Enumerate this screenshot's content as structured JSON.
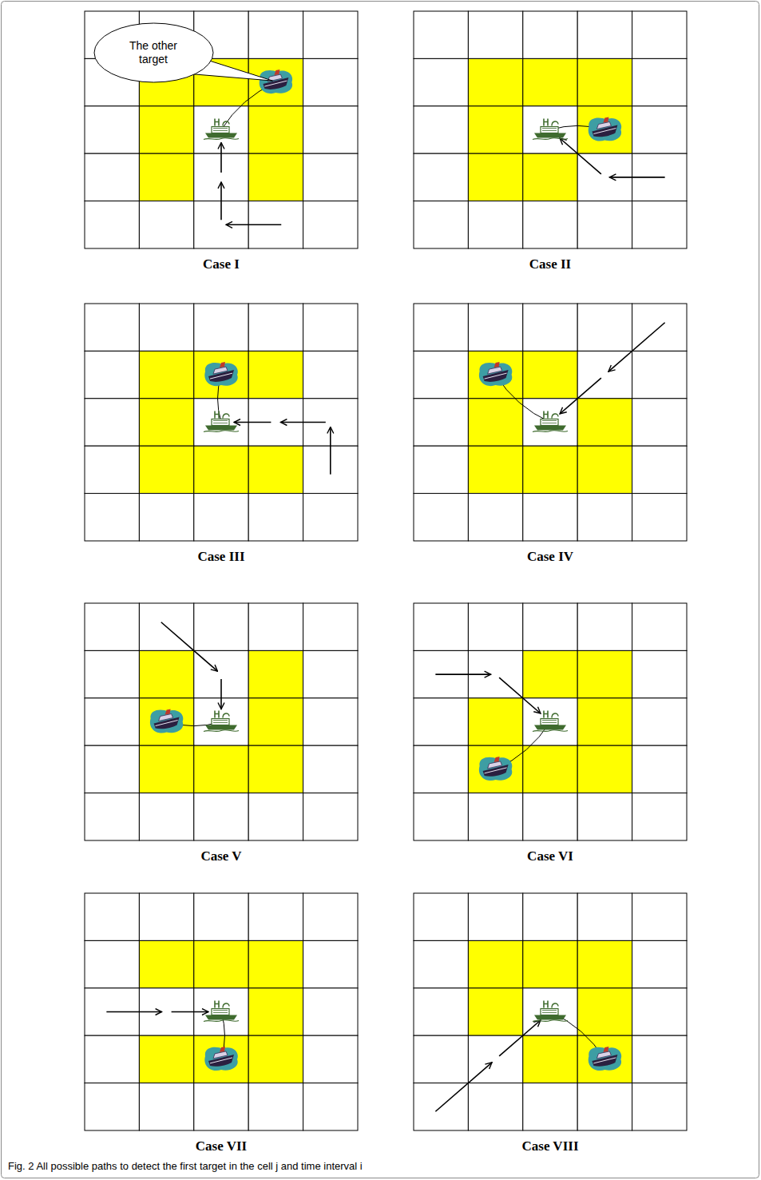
{
  "diagram": {
    "caption": "Fig. 2 All possible paths to detect the first target in the cell j and time interval i",
    "nodes": [
      {
        "text": [
          "The other target"
        ]
      }
    ],
    "labels": [
      "Case I",
      "Case II",
      "Case III",
      "Case IV",
      "Case V",
      "Case VI",
      "Case VII",
      "Case VIII"
    ]
  }
}
